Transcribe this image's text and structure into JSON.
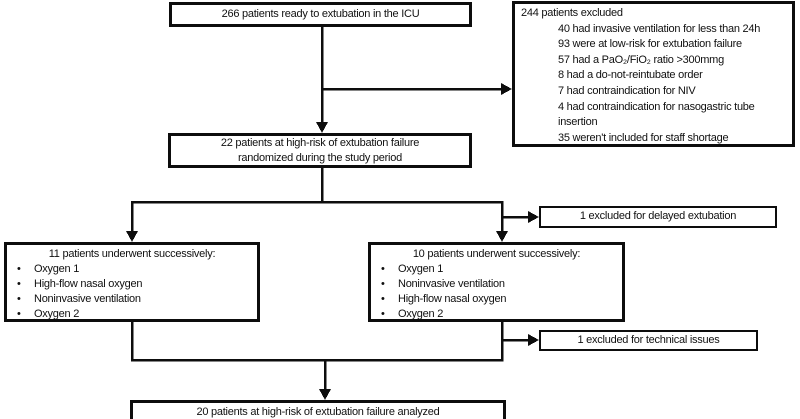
{
  "palette": {
    "line": "#0d0d0d",
    "background": "#ffffff",
    "text": "#101010"
  },
  "flowchart": {
    "top_box": {
      "text": "266 patients ready to extubation in the ICU"
    },
    "excluded_box": {
      "title": "244 patients excluded",
      "items": [
        "40 had invasive ventilation for less than 24h",
        "93 were at low-risk for extubation failure",
        "57 had a PaO₂/FiO₂ ratio >300mmg",
        "8 had a do-not-reintubate order",
        "7 had contraindication for NIV",
        "4 had contraindication for nasogastric tube insertion",
        "35 weren't included for staff shortage"
      ]
    },
    "randomized_box": {
      "lines": [
        "22 patients at high-risk of extubation failure",
        "randomized during the study period"
      ]
    },
    "delayed_exclusion_box": {
      "text": "1 excluded for delayed extubation"
    },
    "left_arm_box": {
      "title": "11 patients underwent successively:",
      "items": [
        "Oxygen 1",
        "High-flow nasal oxygen",
        "Noninvasive ventilation",
        "Oxygen 2"
      ]
    },
    "right_arm_box": {
      "title": "10 patients underwent successively:",
      "items": [
        "Oxygen 1",
        "Noninvasive ventilation",
        "High-flow nasal oxygen",
        "Oxygen 2"
      ]
    },
    "technical_exclusion_box": {
      "text": "1 excluded for technical issues"
    },
    "analyzed_box": {
      "text": "20 patients at high-risk of extubation failure analyzed"
    }
  }
}
